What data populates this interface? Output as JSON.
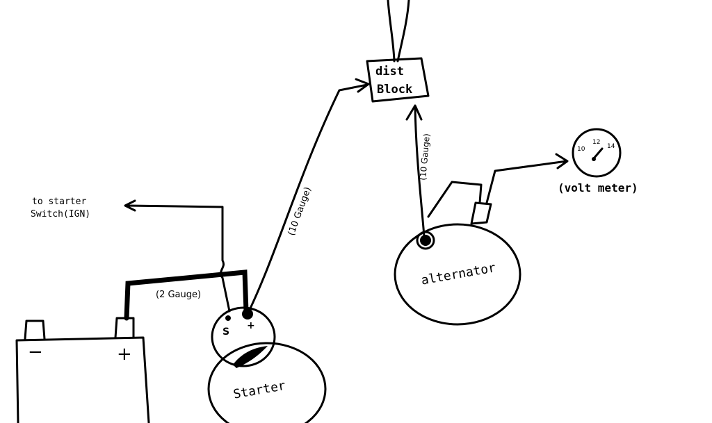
{
  "diagram": {
    "dist_block": {
      "line1": "dist",
      "line2": "Block"
    },
    "wire_dist_to_starter": "(10 Gauge)",
    "wire_alt_to_dist": "(10 Gauge)",
    "starter_switch": {
      "line1": "to starter",
      "line2": "Switch(IGN)"
    },
    "battery_cable": "(2 Gauge)",
    "battery": {
      "neg": "−",
      "pos": "+"
    },
    "starter": {
      "label": "Starter",
      "s_terminal": "S",
      "pos_terminal": "+"
    },
    "alternator": "alternator",
    "volt_meter": {
      "label": "(volt meter)",
      "ticks": [
        "10",
        "12",
        "14"
      ]
    }
  }
}
